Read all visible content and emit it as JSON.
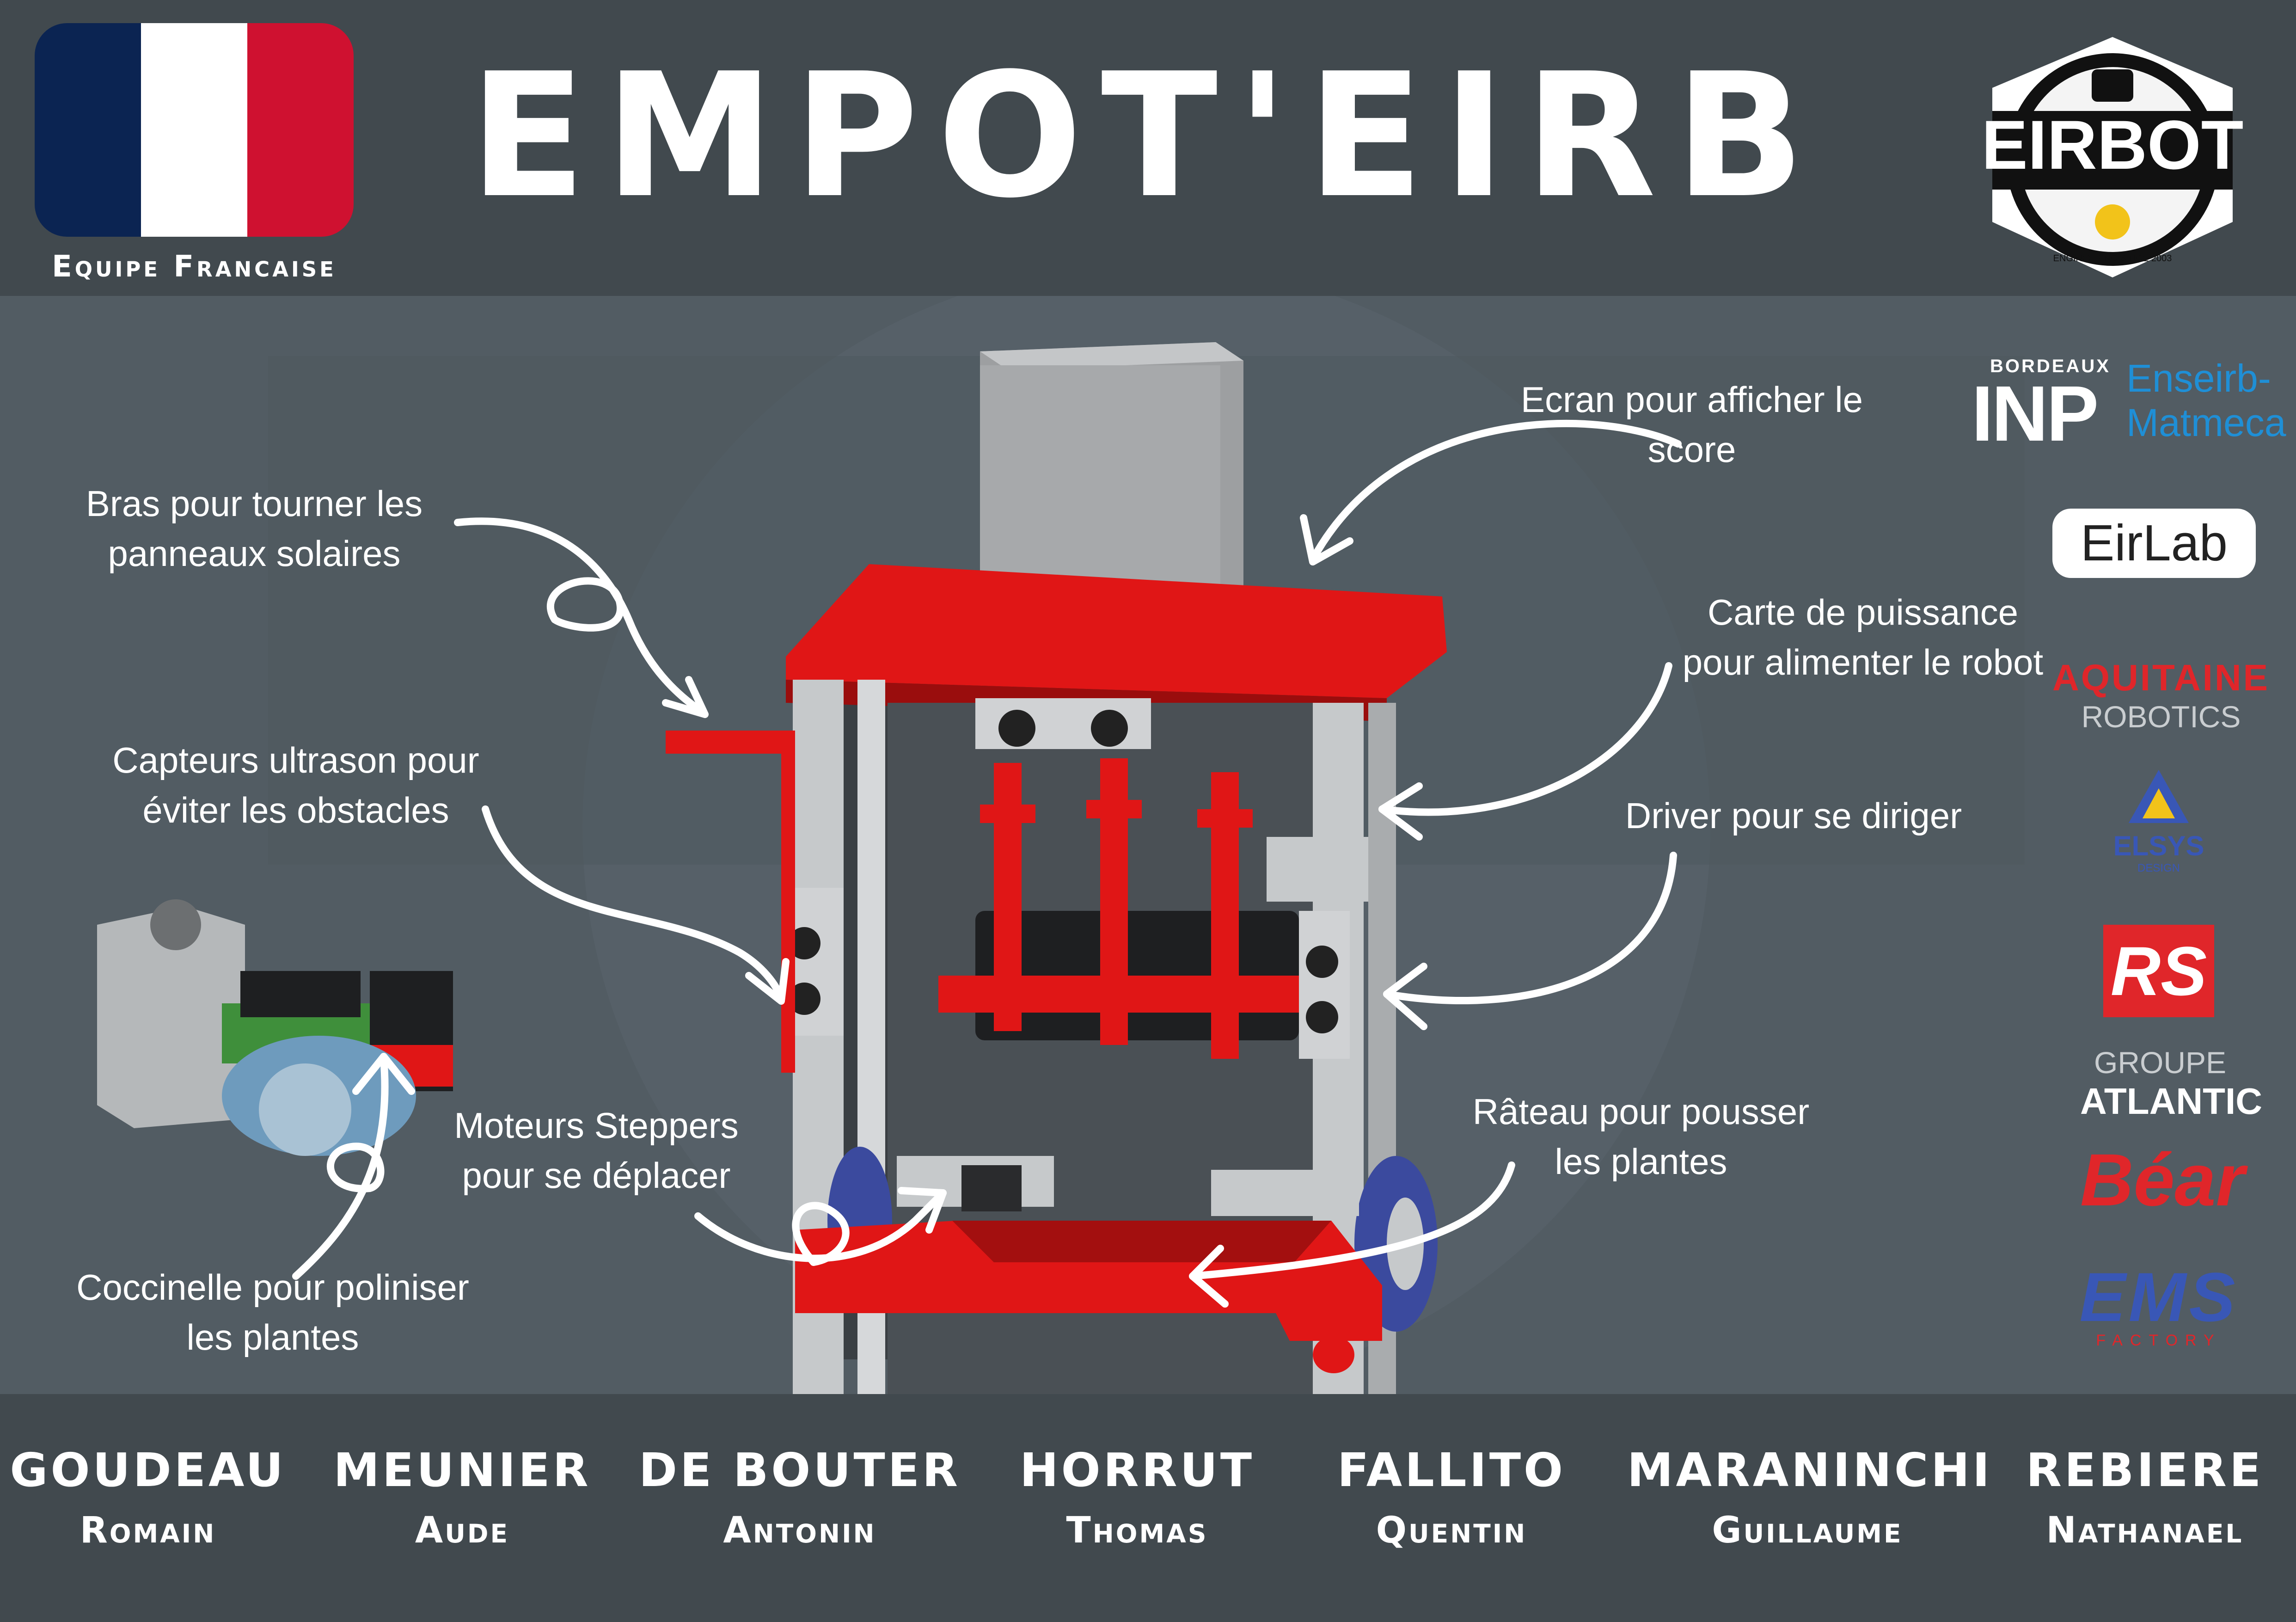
{
  "header": {
    "title": "EMPOT'EIRB",
    "flag_caption": "Equipe Francaise",
    "flag_colors": [
      "#0b2452",
      "#ffffff",
      "#cf1130"
    ],
    "team_logo": {
      "name": "EIRBOT",
      "tagline": "ENGINEERING SINCE 2003"
    }
  },
  "annotations": {
    "bras": "Bras pour tourner les panneaux solaires",
    "capteurs": "Capteurs ultrason pour éviter les obstacles",
    "moteurs": "Moteurs Steppers pour se déplacer",
    "coccinelle": "Coccinelle pour poliniser les plantes",
    "ecran": "Ecran pour afficher le score",
    "carte": "Carte de puissance pour alimenter le robot",
    "driver": "Driver  pour se diriger",
    "rateau": "Râteau pour pousser les plantes"
  },
  "sponsors": {
    "inp_top": "BORDEAUX",
    "inp": "INP",
    "enseirb_1": "Enseirb-",
    "enseirb_2": "Matmeca",
    "eirlab": "EirLab",
    "aquitaine_1": "AQUITAINE",
    "aquitaine_2": "ROBOTICS",
    "elsys_1": "ELSYS",
    "elsys_2": "DESIGN",
    "rs": "RS",
    "atlantic_1": "GROUPE",
    "atlantic_2": "ATLANTIC",
    "bear": "Béar",
    "ems_1": "EMS",
    "ems_2": "FACTORY"
  },
  "members": [
    {
      "last": "GOUDEAU",
      "first": "Romain"
    },
    {
      "last": "MEUNIER",
      "first": "Aude"
    },
    {
      "last": "DE BOUTER",
      "first": "Antonin"
    },
    {
      "last": "HORRUT",
      "first": "Thomas"
    },
    {
      "last": "FALLITO",
      "first": "Quentin"
    },
    {
      "last": "MARANINCHI",
      "first": "Guillaume"
    },
    {
      "last": "REBIERE",
      "first": "Nathanael"
    }
  ],
  "colors": {
    "header_bg": "#41494e",
    "body_bg": "#525c63",
    "robot_red": "#e01616",
    "robot_grey": "#b8bcbf",
    "text": "#ffffff"
  }
}
